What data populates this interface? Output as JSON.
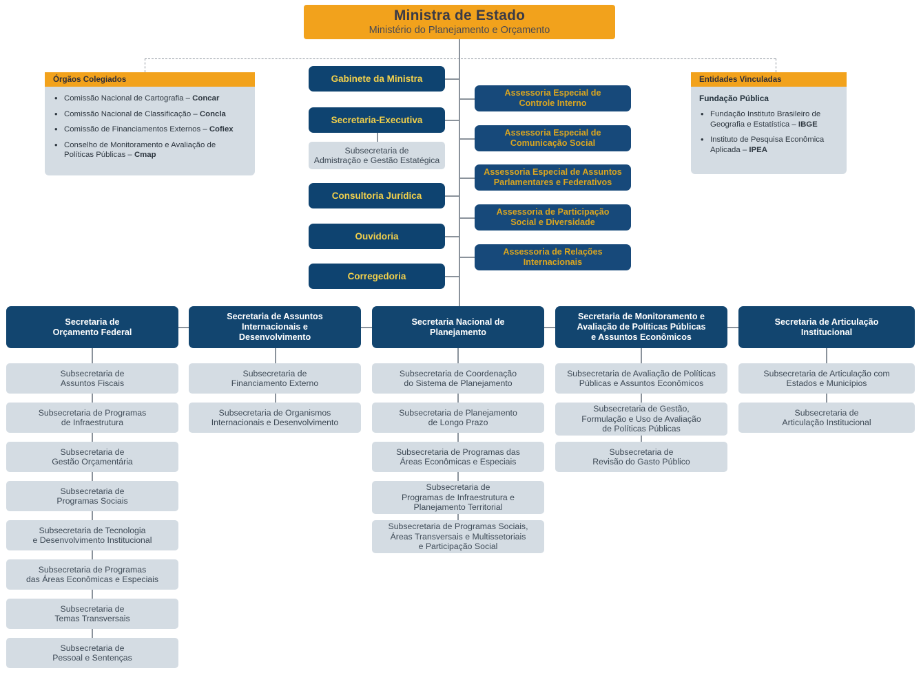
{
  "title": {
    "main": "Ministra de Estado",
    "subtitle": "Ministério do Planejamento e Orçamento"
  },
  "colors": {
    "orange": "#F2A21C",
    "navy": "#0E4370",
    "navy_gold_text": "#D9A520",
    "light_grey": "#D4DCE3",
    "connector": "#8A929B",
    "yellow_text": "#F2D04B"
  },
  "panel_colegiados": {
    "header": "Órgãos Colegiados",
    "items": [
      {
        "text": "Comissão Nacional de Cartografia – ",
        "acronym": "Concar"
      },
      {
        "text": "Comissão Nacional de Classificação – ",
        "acronym": "Concla"
      },
      {
        "text": "Comissão de Financiamentos Externos – ",
        "acronym": "Cofiex"
      },
      {
        "text": "Conselho de Monitoramento e Avaliação de Políticas Públicas – ",
        "acronym": "Cmap"
      }
    ]
  },
  "panel_vinculadas": {
    "header": "Entidades Vinculadas",
    "subtitle": "Fundação Pública",
    "items": [
      {
        "text": "Fundação Instituto Brasileiro  de Geografia e Estatística – ",
        "acronym": "IBGE"
      },
      {
        "text": "Instituto de Pesquisa Econômica Aplicada – ",
        "acronym": "IPEA"
      }
    ]
  },
  "central_units": [
    {
      "label": "Gabinete da Ministra"
    },
    {
      "label": "Secretaria-Executiva"
    },
    {
      "label": "Consultoria Jurídica"
    },
    {
      "label": "Ouvidoria"
    },
    {
      "label": "Corregedoria"
    }
  ],
  "executive_sub": {
    "label": "Subsecretaria de\nAdmistração e Gestão Estatégica"
  },
  "assessorias": [
    {
      "label": "Assessoria Especial de\nControle Interno"
    },
    {
      "label": "Assessoria Especial de\nComunicação Social"
    },
    {
      "label": "Assessoria Especial de Assuntos\nParlamentares e Federativos"
    },
    {
      "label": "Assessoria de Participação\nSocial e Diversidade"
    },
    {
      "label": "Assessoria de Relações\nInternacionais"
    }
  ],
  "secretarias": [
    {
      "label": "Secretaria de\nOrçamento Federal",
      "subsecretarias": [
        "Subsecretaria de\nAssuntos Fiscais",
        "Subsecretaria de Programas\nde Infraestrutura",
        "Subsecretaria de\nGestão Orçamentária",
        "Subsecretaria de\nProgramas Sociais",
        "Subsecretaria de Tecnologia\ne Desenvolvimento Institucional",
        "Subsecretaria de Programas\ndas Áreas Econômicas e Especiais",
        "Subsecretaria de\nTemas Transversais",
        "Subsecretaria de\nPessoal e Sentenças"
      ]
    },
    {
      "label": "Secretaria de Assuntos\nInternacionais e\nDesenvolvimento",
      "subsecretarias": [
        "Subsecretaria de\nFinanciamento Externo",
        "Subsecretaria de Organismos\nInternacionais e Desenvolvimento"
      ]
    },
    {
      "label": "Secretaria Nacional de\nPlanejamento",
      "subsecretarias": [
        "Subsecretaria de Coordenação\ndo Sistema de Planejamento",
        "Subsecretaria de Planejamento\nde Longo Prazo",
        "Subsecretaria de Programas das\nÁreas Econômicas e Especiais",
        "Subsecretaria de\nProgramas de Infraestrutura e\nPlanejamento Territorial",
        "Subsecretaria de Programas Sociais,\nÁreas Transversais e Multissetoriais\ne Participação Social"
      ]
    },
    {
      "label": "Secretaria de Monitoramento e\nAvaliação de Políticas Públicas\ne Assuntos Econômicos",
      "subsecretarias": [
        "Subsecretaria de Avaliação de Políticas\nPúblicas e Assuntos Econômicos",
        "Subsecretaria de Gestão,\nFormulação e Uso de Avaliação\nde Políticas Públicas",
        "Subsecretaria de\nRevisão do Gasto Público"
      ]
    },
    {
      "label": "Secretaria de Articulação\nInstitucional",
      "subsecretarias": [
        "Subsecretaria de Articulação com\nEstados e Municípios",
        "Subsecretaria de\nArticulação Institucional"
      ]
    }
  ]
}
